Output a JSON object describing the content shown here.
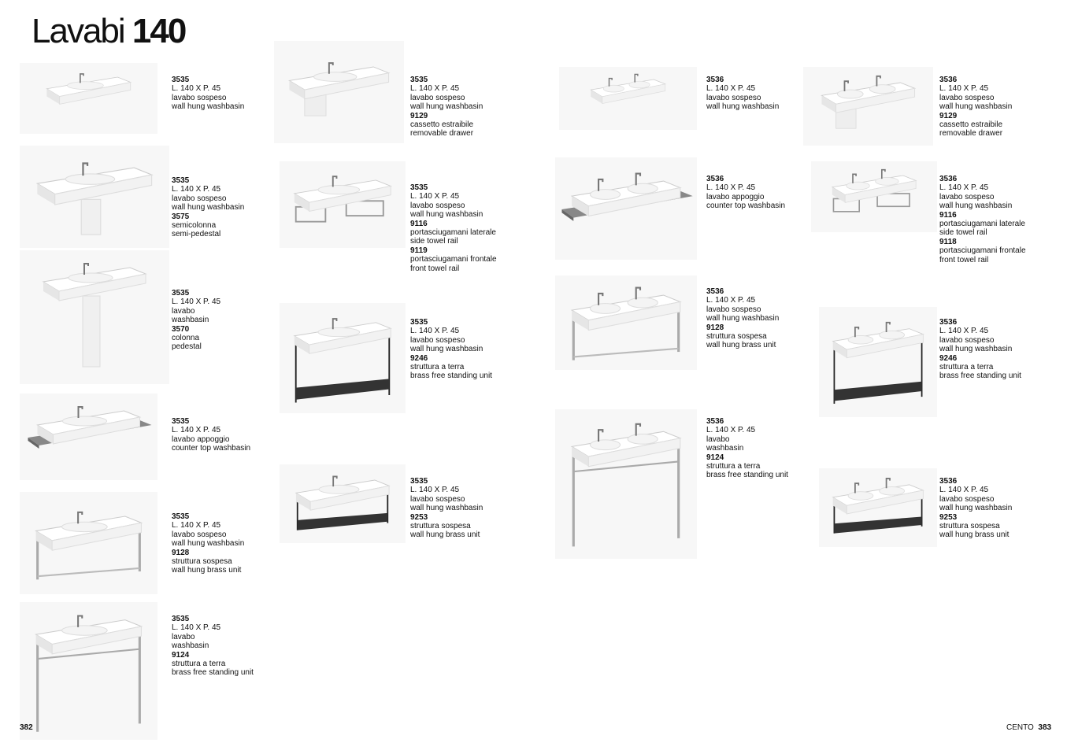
{
  "title": {
    "light": "Lavabi",
    "bold": "140"
  },
  "items": [
    {
      "lines": [
        {
          "t": "3535",
          "b": true
        },
        {
          "t": "L. 140 X P. 45"
        },
        {
          "t": "lavabo sospeso"
        },
        {
          "t": "wall hung washbasin"
        }
      ]
    },
    {
      "lines": [
        {
          "t": "3535",
          "b": true
        },
        {
          "t": "L. 140 X P. 45"
        },
        {
          "t": "lavabo sospeso"
        },
        {
          "t": "wall hung washbasin"
        },
        {
          "t": "3575",
          "b": true
        },
        {
          "t": "semicolonna"
        },
        {
          "t": "semi-pedestal"
        }
      ]
    },
    {
      "lines": [
        {
          "t": "3535",
          "b": true
        },
        {
          "t": "L. 140 X P. 45"
        },
        {
          "t": "lavabo"
        },
        {
          "t": "washbasin"
        },
        {
          "t": "3570",
          "b": true
        },
        {
          "t": "colonna"
        },
        {
          "t": "pedestal"
        }
      ]
    },
    {
      "lines": [
        {
          "t": "3535",
          "b": true
        },
        {
          "t": "L. 140 X P. 45"
        },
        {
          "t": "lavabo appoggio"
        },
        {
          "t": "counter top washbasin"
        }
      ]
    },
    {
      "lines": [
        {
          "t": "3535",
          "b": true
        },
        {
          "t": "L. 140 X P. 45"
        },
        {
          "t": "lavabo sospeso"
        },
        {
          "t": "wall hung washbasin"
        },
        {
          "t": "9128",
          "b": true
        },
        {
          "t": "struttura sospesa"
        },
        {
          "t": "wall hung brass unit"
        }
      ]
    },
    {
      "lines": [
        {
          "t": "3535",
          "b": true
        },
        {
          "t": "L. 140 X P. 45"
        },
        {
          "t": "lavabo"
        },
        {
          "t": "washbasin"
        },
        {
          "t": "9124",
          "b": true
        },
        {
          "t": "struttura a terra"
        },
        {
          "t": "brass free standing unit"
        }
      ]
    },
    {
      "lines": [
        {
          "t": "3535",
          "b": true
        },
        {
          "t": "L. 140 X P. 45"
        },
        {
          "t": "lavabo sospeso"
        },
        {
          "t": "wall hung washbasin"
        },
        {
          "t": "9129",
          "b": true
        },
        {
          "t": "cassetto estraibile"
        },
        {
          "t": "removable drawer"
        }
      ]
    },
    {
      "lines": [
        {
          "t": "3535",
          "b": true
        },
        {
          "t": "L. 140 X P. 45"
        },
        {
          "t": "lavabo sospeso"
        },
        {
          "t": "wall hung washbasin"
        },
        {
          "t": "9116",
          "b": true
        },
        {
          "t": "portasciugamani laterale"
        },
        {
          "t": "side towel rail"
        },
        {
          "t": "9119",
          "b": true
        },
        {
          "t": "portasciugamani frontale"
        },
        {
          "t": "front towel rail"
        }
      ]
    },
    {
      "lines": [
        {
          "t": "3535",
          "b": true
        },
        {
          "t": "L. 140 X P. 45"
        },
        {
          "t": "lavabo sospeso"
        },
        {
          "t": "wall hung washbasin"
        },
        {
          "t": "9246",
          "b": true
        },
        {
          "t": "struttura a terra"
        },
        {
          "t": "brass free standing unit"
        }
      ]
    },
    {
      "lines": [
        {
          "t": "3535",
          "b": true
        },
        {
          "t": "L. 140 X P. 45"
        },
        {
          "t": "lavabo sospeso"
        },
        {
          "t": "wall hung washbasin"
        },
        {
          "t": "9253",
          "b": true
        },
        {
          "t": "struttura sospesa"
        },
        {
          "t": "wall hung brass unit"
        }
      ]
    },
    {
      "lines": [
        {
          "t": "3536",
          "b": true
        },
        {
          "t": "L. 140 X P. 45"
        },
        {
          "t": "lavabo sospeso"
        },
        {
          "t": "wall hung washbasin"
        }
      ]
    },
    {
      "lines": [
        {
          "t": "3536",
          "b": true
        },
        {
          "t": "L. 140 X P. 45"
        },
        {
          "t": "lavabo appoggio"
        },
        {
          "t": "counter top washbasin"
        }
      ]
    },
    {
      "lines": [
        {
          "t": "3536",
          "b": true
        },
        {
          "t": "L. 140 X P. 45"
        },
        {
          "t": "lavabo sospeso"
        },
        {
          "t": "wall hung washbasin"
        },
        {
          "t": "9128",
          "b": true
        },
        {
          "t": "struttura sospesa"
        },
        {
          "t": "wall hung brass unit"
        }
      ]
    },
    {
      "lines": [
        {
          "t": "3536",
          "b": true
        },
        {
          "t": "L. 140 X P. 45"
        },
        {
          "t": "lavabo"
        },
        {
          "t": "washbasin"
        },
        {
          "t": "9124",
          "b": true
        },
        {
          "t": "struttura a terra"
        },
        {
          "t": "brass free standing unit"
        }
      ]
    },
    {
      "lines": [
        {
          "t": "3536",
          "b": true
        },
        {
          "t": "L. 140 X P. 45"
        },
        {
          "t": "lavabo sospeso"
        },
        {
          "t": "wall hung washbasin"
        },
        {
          "t": "9129",
          "b": true
        },
        {
          "t": "cassetto estraibile"
        },
        {
          "t": "removable drawer"
        }
      ]
    },
    {
      "lines": [
        {
          "t": "3536",
          "b": true
        },
        {
          "t": "L. 140 X P. 45"
        },
        {
          "t": "lavabo sospeso"
        },
        {
          "t": "wall hung washbasin"
        },
        {
          "t": "9116",
          "b": true
        },
        {
          "t": "portasciugamani laterale"
        },
        {
          "t": "side towel rail"
        },
        {
          "t": "9118",
          "b": true
        },
        {
          "t": "portasciugamani frontale"
        },
        {
          "t": "front towel rail"
        }
      ]
    },
    {
      "lines": [
        {
          "t": "3536",
          "b": true
        },
        {
          "t": "L. 140 X P. 45"
        },
        {
          "t": "lavabo sospeso"
        },
        {
          "t": "wall hung washbasin"
        },
        {
          "t": "9246",
          "b": true
        },
        {
          "t": "struttura a terra"
        },
        {
          "t": "brass free standing unit"
        }
      ]
    },
    {
      "lines": [
        {
          "t": "3536",
          "b": true
        },
        {
          "t": "L. 140 X P. 45"
        },
        {
          "t": "lavabo sospeso"
        },
        {
          "t": "wall hung washbasin"
        },
        {
          "t": "9253",
          "b": true
        },
        {
          "t": "struttura sospesa"
        },
        {
          "t": "wall hung brass unit"
        }
      ]
    }
  ],
  "footer": {
    "left_page": "382",
    "brand": "CENTO",
    "right_page": "383"
  }
}
